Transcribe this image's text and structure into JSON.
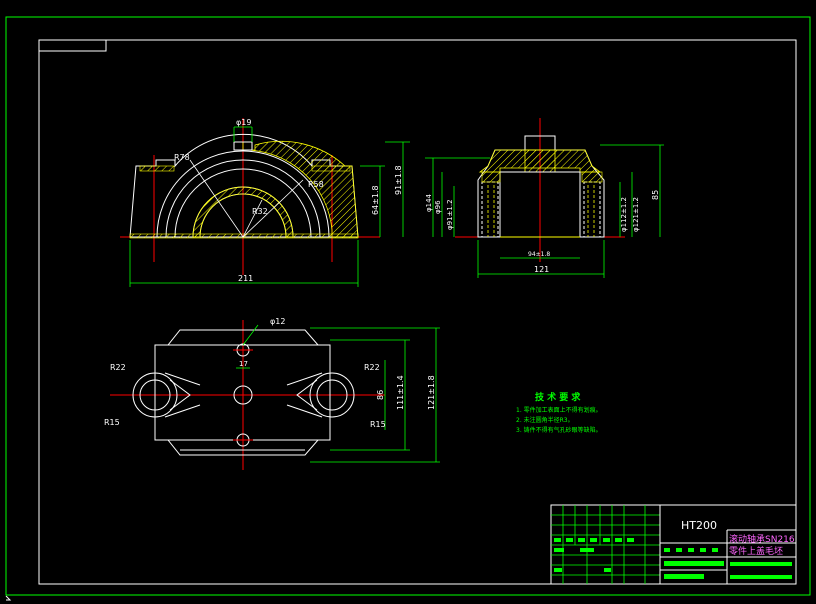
{
  "drawing": {
    "material": "HT200",
    "title_line1": "滚动轴承SN216",
    "title_line2": "零件上盖毛坯",
    "tech_requirements_title": "技 术 要 求",
    "tech_requirements": [
      "1. 零件加工表面上不得有划痕。",
      "2. 未注圆角半径R3。",
      "3. 铸件不得有气孔砂眼等缺陷。"
    ]
  },
  "dims": {
    "front": {
      "phi19": "φ19",
      "r78": "R78",
      "r58": "R58",
      "r32": "R32",
      "d_91": "91±1.8",
      "d_64": "64±1.8",
      "d_211": "211"
    },
    "side": {
      "phi144": "φ144",
      "phi96": "φ96",
      "phi91": "φ91±1.2",
      "phi112": "φ112±1.2",
      "phi121": "φ121±1.2",
      "d_85": "85",
      "d_inner": "94±1.8",
      "d_121": "121"
    },
    "top": {
      "phi12": "φ12",
      "d_17": "17",
      "r22_left": "R22",
      "r22_right": "R22",
      "r15_left": "R15",
      "r15_right": "R15",
      "d_86": "86",
      "d_111": "111±1.4",
      "d_121": "121±1.8"
    }
  }
}
